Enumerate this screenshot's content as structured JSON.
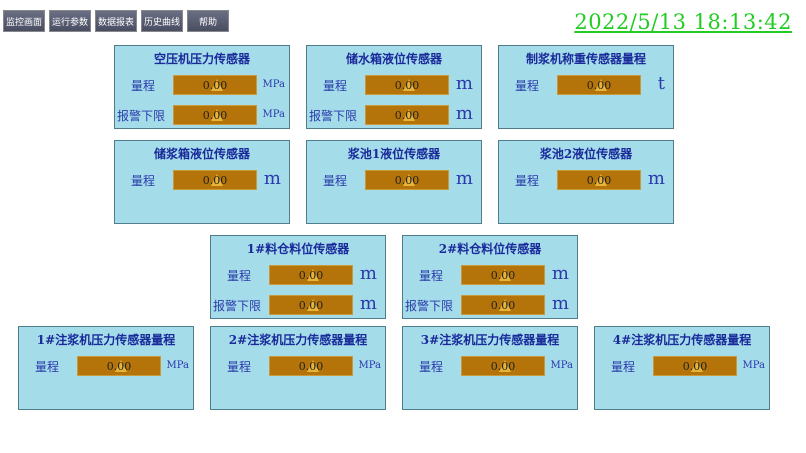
{
  "nav": [
    "监控画面",
    "运行参数",
    "数据报表",
    "历史曲线",
    "帮助"
  ],
  "clock": "2022/5/13  18:13:42",
  "panels": [
    {
      "title": "空压机压力传感器",
      "rows": [
        {
          "label": "量程",
          "value": "0.00",
          "unit": "MPa"
        },
        {
          "label": "报警下限",
          "value": "0.00",
          "unit": "MPa"
        }
      ]
    },
    {
      "title": "储水箱液位传感器",
      "rows": [
        {
          "label": "量程",
          "value": "0.00",
          "unit": "m"
        },
        {
          "label": "报警下限",
          "value": "0.00",
          "unit": "m"
        }
      ]
    },
    {
      "title": "制浆机称重传感器量程",
      "rows": [
        {
          "label": "量程",
          "value": "0.00",
          "unit": "t"
        }
      ]
    },
    {
      "title": "储浆箱液位传感器",
      "rows": [
        {
          "label": "量程",
          "value": "0.00",
          "unit": "m"
        }
      ]
    },
    {
      "title": "浆池1液位传感器",
      "rows": [
        {
          "label": "量程",
          "value": "0.00",
          "unit": "m"
        }
      ]
    },
    {
      "title": "浆池2液位传感器",
      "rows": [
        {
          "label": "量程",
          "value": "0.00",
          "unit": "m"
        }
      ]
    },
    {
      "title": "1#料仓料位传感器",
      "rows": [
        {
          "label": "量程",
          "value": "0.00",
          "unit": "m"
        },
        {
          "label": "报警下限",
          "value": "0.00",
          "unit": "m"
        }
      ]
    },
    {
      "title": "2#料仓料位传感器",
      "rows": [
        {
          "label": "量程",
          "value": "0.00",
          "unit": "m"
        },
        {
          "label": "报警下限",
          "value": "0.00",
          "unit": "m"
        }
      ]
    },
    {
      "title": "1#注浆机压力传感器量程",
      "rows": [
        {
          "label": "量程",
          "value": "0.00",
          "unit": "MPa"
        }
      ]
    },
    {
      "title": "2#注浆机压力传感器量程",
      "rows": [
        {
          "label": "量程",
          "value": "0.00",
          "unit": "MPa"
        }
      ]
    },
    {
      "title": "3#注浆机压力传感器量程",
      "rows": [
        {
          "label": "量程",
          "value": "0.00",
          "unit": "MPa"
        }
      ]
    },
    {
      "title": "4#注浆机压力传感器量程",
      "rows": [
        {
          "label": "量程",
          "value": "0.00",
          "unit": "MPa"
        }
      ]
    }
  ]
}
